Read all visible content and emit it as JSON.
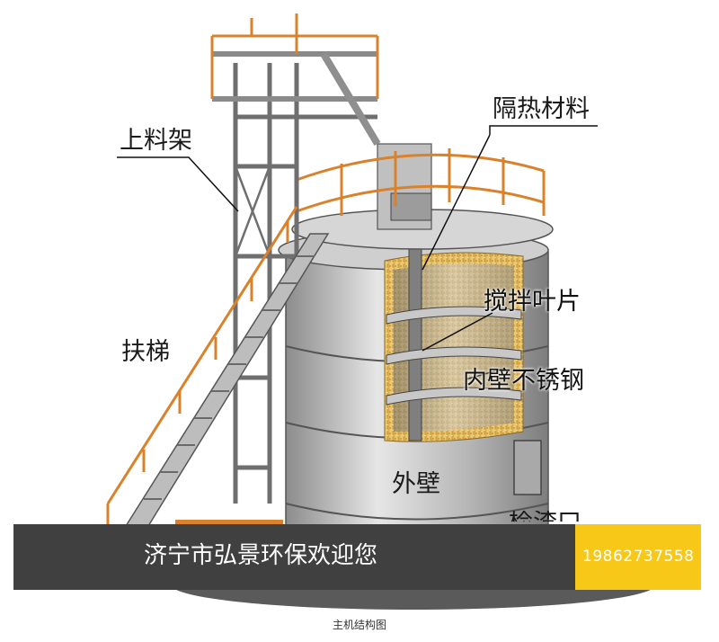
{
  "labels": {
    "feeding_rack": "上料架",
    "insulation": "隔热材料",
    "mixing_blade": "搅拌叶片",
    "ladder": "扶梯",
    "inner_wall": "内壁不锈钢",
    "outer_wall": "外壁",
    "discharge_port": "检渣口"
  },
  "banner": {
    "text": "济宁市弘景环保欢迎您",
    "phone": "19862737558"
  },
  "caption": "主机结构图",
  "colors": {
    "banner_bg": "#404040",
    "phone_bg": "#f7c817",
    "railing": "#d9822b",
    "insulation": "#e9c46a",
    "steel": "#b9b9b9"
  }
}
